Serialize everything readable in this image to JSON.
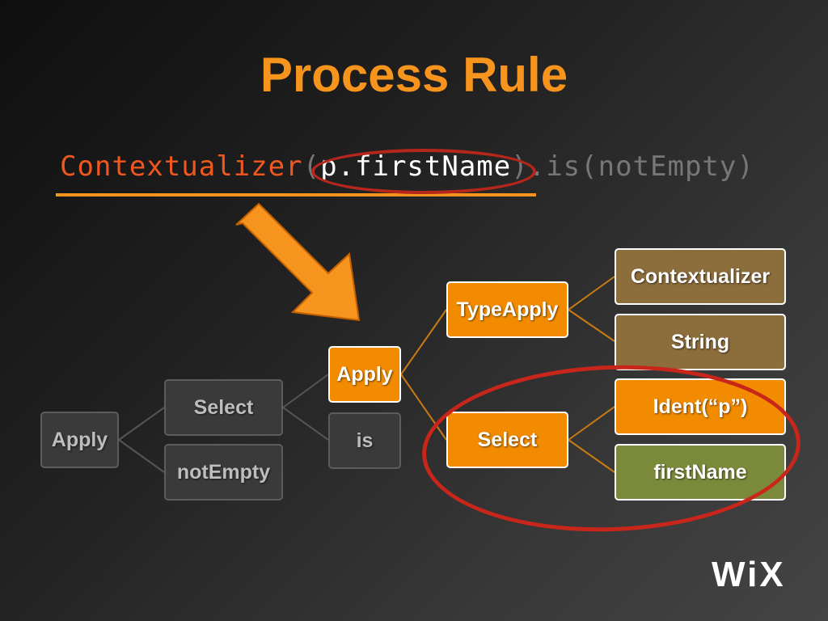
{
  "title": "Process Rule",
  "code": {
    "part1": "Contextualizer",
    "part2": "(",
    "part3": "p.firstName",
    "part4": ")",
    "part5": ".is(notEmpty)"
  },
  "tree": {
    "root": "Apply",
    "select1": "Select",
    "not_empty": "notEmpty",
    "apply2": "Apply",
    "is": "is",
    "type_apply": "TypeApply",
    "select2": "Select",
    "contextualizer": "Contextualizer",
    "string": "String",
    "ident": "Ident(“p”)",
    "first_name": "firstName"
  },
  "logo": "WiX",
  "colors": {
    "accent": "#f7941d",
    "highlight_red": "#c8261b",
    "node_orange": "#f28b00",
    "node_brown": "#8c6d3c",
    "node_olive": "#7a8a3a",
    "node_grey": "#3a3a3a"
  }
}
